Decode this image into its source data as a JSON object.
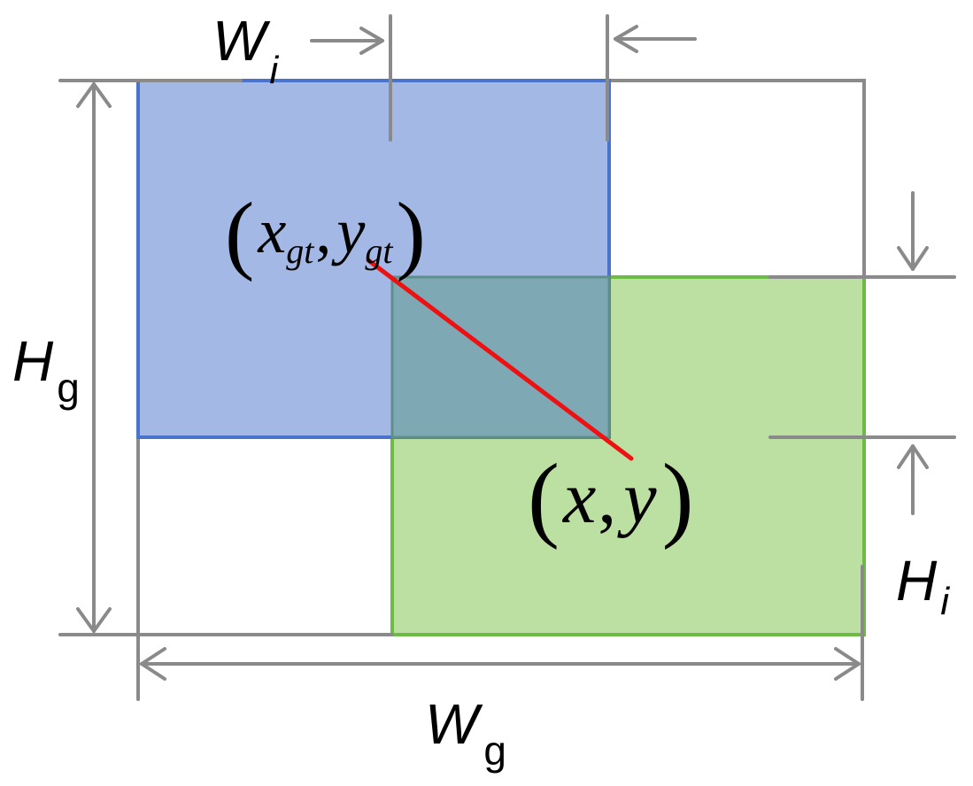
{
  "labels": {
    "wi": {
      "main": "W",
      "sub": "i"
    },
    "hg": {
      "main": "H",
      "sub": "g"
    },
    "hi": {
      "main": "H",
      "sub": "i"
    },
    "wg": {
      "main": "W",
      "sub": "g"
    },
    "gt_point": {
      "open": "(",
      "x": "x",
      "x_sub": "gt",
      "comma": ",",
      "y": "y",
      "y_sub": "gt",
      "close": ")"
    },
    "pred_point": {
      "open": "(",
      "x": "x",
      "comma": ",",
      "y": "y",
      "close": ")"
    }
  },
  "colors": {
    "gt_box_fill": "#a3b8e4",
    "gt_box_stroke": "#4a74cc",
    "pred_box_fill": "#bcdfa2",
    "pred_box_stroke": "#6cbb45",
    "overlap_fill": "#7fa8b5",
    "dimension_lines": "#8a8a8a",
    "center_distance_line": "#ee1111"
  }
}
